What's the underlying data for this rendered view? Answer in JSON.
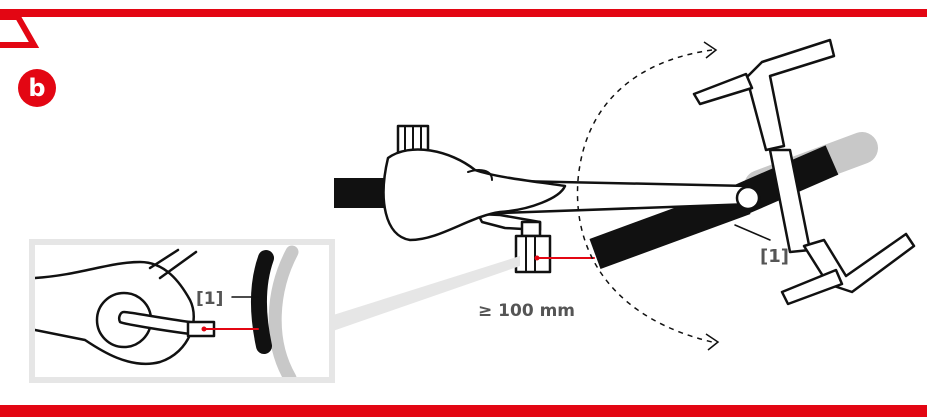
{
  "step": {
    "letter": "b"
  },
  "labels": {
    "part_main": "[1]",
    "part_detail": "[1]",
    "distance": "≥ 100 mm"
  },
  "colors": {
    "accent": "#e30613",
    "detail_border": "#e6e6e6",
    "grey_part": "#c8c8c8",
    "ink": "#111111",
    "label_text": "#555555"
  },
  "icons": {
    "step_badge": "circle-badge",
    "rotation_arrow": "dashed-arc-arrow"
  }
}
